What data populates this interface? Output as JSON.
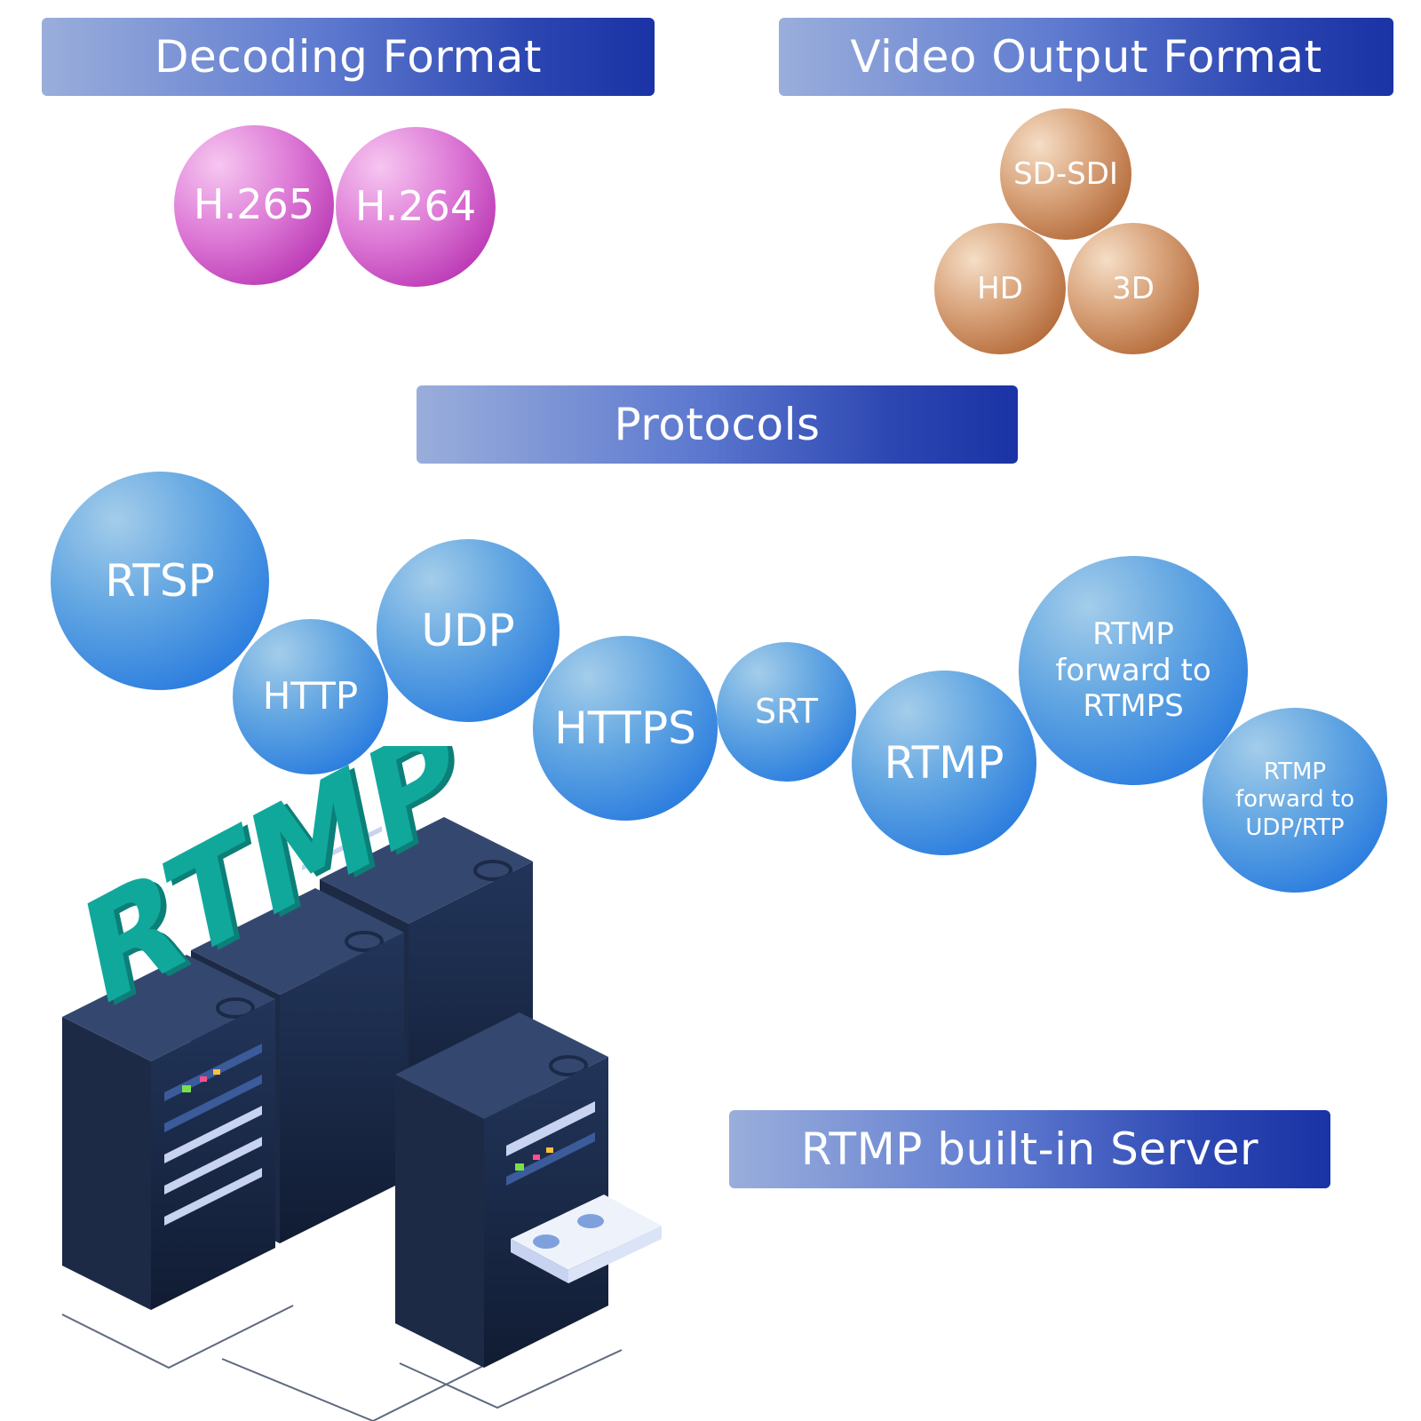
{
  "headers": {
    "decoding": "Decoding Format",
    "video_output": "Video Output Format",
    "protocols": "Protocols",
    "server": "RTMP built-in Server"
  },
  "decoding_formats": [
    "H.265",
    "H.264"
  ],
  "video_output_formats": [
    "SD-SDI",
    "HD",
    "3D"
  ],
  "protocols": [
    "RTSP",
    "HTTP",
    "UDP",
    "HTTPS",
    "SRT",
    "RTMP",
    "RTMP\nforward to\nRTMPS",
    "RTMP\nforward to\nUDP/RTP"
  ],
  "illustration": {
    "logo_text": "RTMP",
    "logo_color": "#0fa49a",
    "rack_color": "#1b2a48"
  }
}
